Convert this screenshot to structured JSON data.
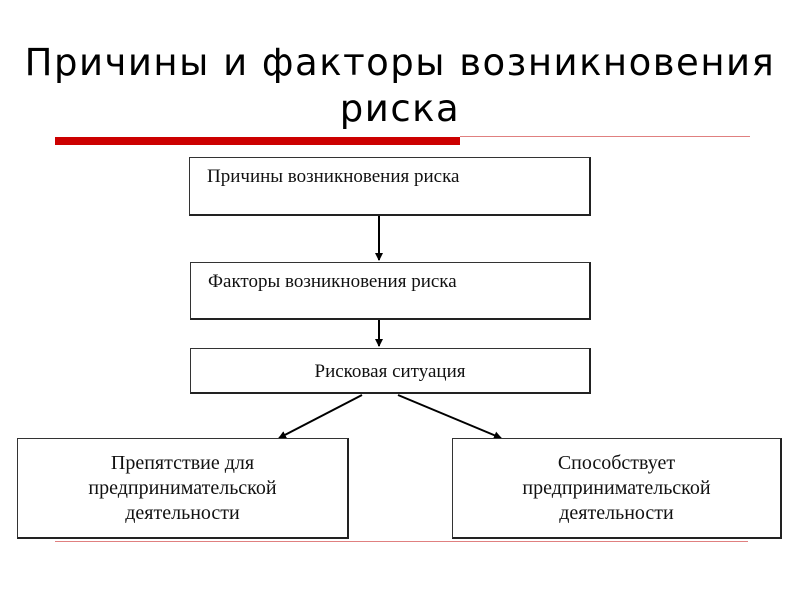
{
  "title": {
    "line1": "Причины и факторы возникновения",
    "line2": "риска"
  },
  "colors": {
    "accent": "#cc0000"
  },
  "diagram": {
    "causes": "Причины возникновения риска",
    "factors": "Факторы возникновения риска",
    "situation": "Рисковая ситуация",
    "obstacle": [
      "Препятствие  для",
      "предпринимательской",
      "деятельности"
    ],
    "promotes": [
      "Способствует",
      "предпринимательской",
      "деятельности"
    ]
  }
}
